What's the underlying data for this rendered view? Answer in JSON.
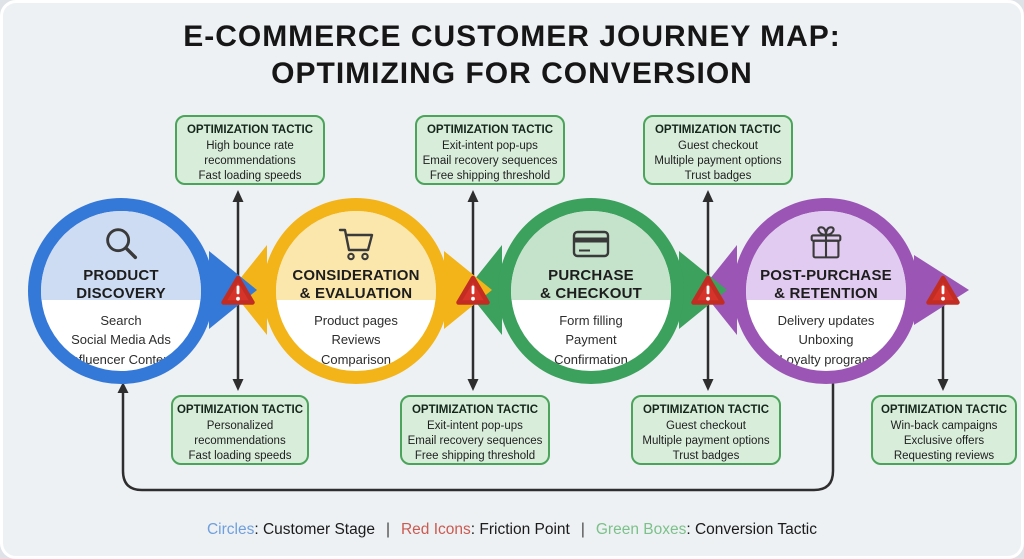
{
  "title": {
    "line1": "E-COMMERCE CUSTOMER JOURNEY MAP:",
    "line2": "OPTIMIZING FOR CONVERSION"
  },
  "stages": [
    {
      "name_line1": "PRODUCT",
      "name_line2": "DISCOVERY",
      "icon": "search-icon",
      "items": [
        "Search",
        "Social Media Ads",
        "Influencer Content"
      ],
      "color": "#3579d8",
      "fill": "#cddcf2"
    },
    {
      "name_line1": "CONSIDERATION",
      "name_line2": "& EVALUATION",
      "icon": "cart-icon",
      "items": [
        "Product pages",
        "Reviews",
        "Comparison"
      ],
      "color": "#f2b418",
      "fill": "#fbe6ac"
    },
    {
      "name_line1": "PURCHASE",
      "name_line2": "& CHECKOUT",
      "icon": "credit-card-icon",
      "items": [
        "Form filling",
        "Payment",
        "Confirmation"
      ],
      "color": "#3ba15c",
      "fill": "#c5e3cb"
    },
    {
      "name_line1": "POST-PURCHASE",
      "name_line2": "& RETENTION",
      "icon": "gift-icon",
      "items": [
        "Delivery updates",
        "Unboxing",
        "Loyalty program"
      ],
      "color": "#9b56b5",
      "fill": "#e2cbf0"
    }
  ],
  "top_boxes": [
    {
      "title": "OPTIMIZATION TACTIC",
      "lines": [
        "High bounce rate",
        "recommendations",
        "Fast loading speeds"
      ]
    },
    {
      "title": "OPTIMIZATION TACTIC",
      "lines": [
        "Exit-intent pop-ups",
        "Email recovery sequences",
        "Free shipping threshold"
      ]
    },
    {
      "title": "OPTIMIZATION TACTIC",
      "lines": [
        "Guest checkout",
        "Multiple payment options",
        "Trust badges"
      ]
    }
  ],
  "bottom_boxes": [
    {
      "title": "OPTIMIZATION TACTIC",
      "lines": [
        "Personalized",
        "recommendations",
        "Fast loading speeds"
      ]
    },
    {
      "title": "OPTIMIZATION TACTIC",
      "lines": [
        "Exit-intent pop-ups",
        "Email recovery sequences",
        "Free shipping threshold"
      ]
    },
    {
      "title": "OPTIMIZATION TACTIC",
      "lines": [
        "Guest checkout",
        "Multiple payment options",
        "Trust badges"
      ]
    },
    {
      "title": "OPTIMIZATION TACTIC",
      "lines": [
        "Win-back campaigns",
        "Exclusive offers",
        "Requesting reviews"
      ]
    }
  ],
  "legend": {
    "circles_label": "Circles",
    "circles_desc": ": Customer Stage",
    "red_label": "Red Icons",
    "red_desc": ": Friction Point",
    "green_label": "Green Boxes",
    "green_desc": ": Conversion Tactic",
    "separator": "|"
  },
  "colors": {
    "background": "#edf1f4",
    "warning_red": "#d6332a",
    "box_bg": "#d9eddb",
    "box_border": "#4aa45a",
    "arrow": "#2e2e2e",
    "legend_blue": "#6f9fdd",
    "legend_red": "#cb5a50",
    "legend_green": "#7cc08a"
  }
}
